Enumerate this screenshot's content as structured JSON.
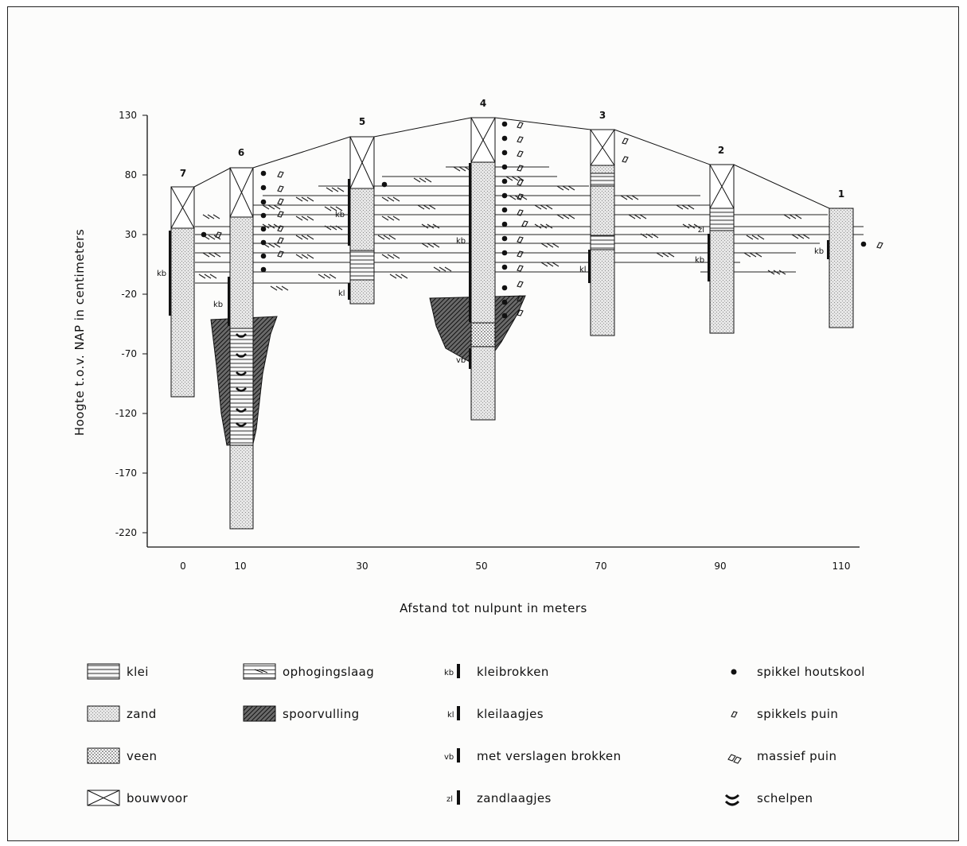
{
  "diagram": {
    "y_axis_label": "Hoogte t.o.v. NAP in centimeters",
    "x_axis_label": "Afstand tot nulpunt in meters",
    "y_ticks": [
      "130",
      "80",
      "30",
      "-20",
      "-70",
      "-120",
      "-170",
      "-220"
    ],
    "x_ticks": [
      "0",
      "10",
      "30",
      "50",
      "70",
      "90",
      "110"
    ],
    "boreholes": [
      "7",
      "6",
      "5",
      "4",
      "3",
      "2",
      "1"
    ],
    "annotations": [
      "kb",
      "kb",
      "kb",
      "kl",
      "kb",
      "vb",
      "kl",
      "zl",
      "kb",
      "kb"
    ]
  },
  "legend": {
    "klei": "klei",
    "zand": "zand",
    "veen": "veen",
    "bouwvoor": "bouwvoor",
    "ophogingslaag": "ophogingslaag",
    "spoorvulling": "spoorvulling",
    "kb_code": "kb",
    "kleibrokken": "kleibrokken",
    "kl_code": "kl",
    "kleilaagjes": "kleilaagjes",
    "vb_code": "vb",
    "verslagen": "met verslagen brokken",
    "zl_code": "zl",
    "zandlaagjes": "zandlaagjes",
    "houtskool": "spikkel houtskool",
    "spikkels_puin": "spikkels puin",
    "massief_puin": "massief puin",
    "schelpen": "schelpen"
  }
}
